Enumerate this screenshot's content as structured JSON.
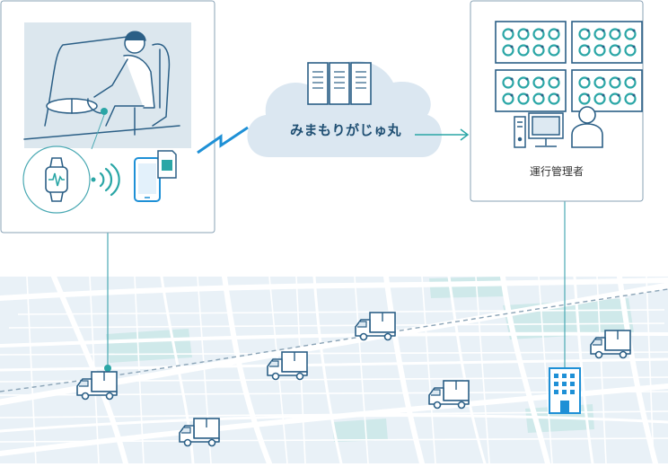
{
  "cloud": {
    "service_name": "みまもりがじゅ丸"
  },
  "operations": {
    "role_label": "運行管理者"
  },
  "colors": {
    "line": "#2b5f86",
    "accent": "#2aa6a6",
    "wave": "#1e90d6",
    "map_bg": "#e9f1f7",
    "map_road": "#ffffff",
    "map_park": "#cfe9ea",
    "panel_border": "#8aa3b6",
    "cloud_fill": "#dbe7f1"
  },
  "icons": [
    "driver-illustration",
    "smartwatch-icon",
    "signal-waves-icon",
    "smartphone-icon",
    "sim-card-icon",
    "server-icon",
    "lightning-link-icon",
    "monitor-wall-icon",
    "desktop-pc-icon",
    "operator-icon",
    "truck-icon",
    "office-building-icon"
  ]
}
